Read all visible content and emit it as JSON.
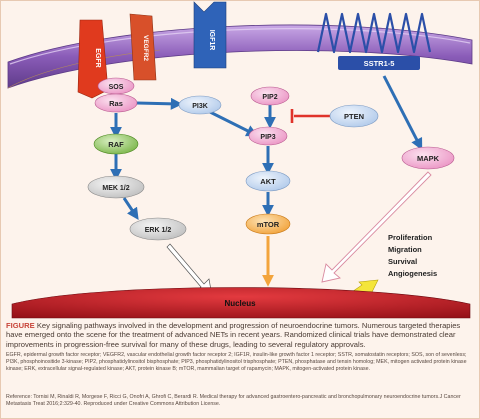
{
  "receptors": {
    "egfr": "EGFR",
    "vegfr2": "VEGFR2",
    "igf1r": "IGF1R",
    "sstr": "SSTR1-5"
  },
  "nodes": {
    "sos": "SOS",
    "ras": "Ras",
    "pi3k": "PI3K",
    "pip2": "PIP2",
    "pten": "PTEN",
    "pip3": "PIP3",
    "raf": "RAF",
    "mek": "MEK 1/2",
    "erk": "ERK 1/2",
    "akt": "AKT",
    "mtor": "mTOR",
    "mapk": "MAPK",
    "nucleus": "Nucleus"
  },
  "outcomes": [
    "Proliferation",
    "Migration",
    "Survival",
    "Angiogenesis"
  ],
  "caption": {
    "label": "FIGURE",
    "text": "Key signaling pathways involved in the development and progression of neuroendocrine tumors. Numerous targeted therapies have emerged onto the scene for the treatment of advanced NETs in recent years. Randomized clinical trials have demonstrated clear improvements in progression-free survival for many of these drugs, leading to several regulatory approvals."
  },
  "abbreviations": "EGFR, epidermal growth factor receptor; VEGFR2, vascular endothelial growth factor receptor 2; IGF1R, insulin-like growth factor 1 receptor; SSTR, somatostatin receptors; SOS, son of sevenless; PI3K, phosphoinositide 3-kinase; PIP2, phosphatidylinositol bisphosphate; PIP3, phosphatidylinositol trisphosphate; PTEN, phosphatase and tensin homolog; MEK, mitogen activated protein kinase kinase; ERK, extracellular signal-regulated kinase; AKT, protein kinase B; mTOR, mammalian target of rapamycin; MAPK, mitogen-activated protein kinase.",
  "reference": "Reference: Tornisi M, Rinaldi R, Morgese F, Ricci G, Onofri A, Ghrofi C, Berardi R. Medical therapy for advanced gastroentero-pancreatic and bronchopulmonary neuroendocrine tumors.J Cancer Metastasis Treat 2016;2:329-40. Reproduced under Creative Commons Attribution License.",
  "colors": {
    "membrane": "#7a4ea6",
    "egfr": "#e03a1e",
    "vegfr2": "#d8502a",
    "igf1r": "#2f63b8",
    "sstr": "#2b4fa8",
    "node_pink": "#e98bbf",
    "node_blue": "#a9c4e8",
    "node_green": "#7fb84a",
    "node_gray": "#c7c7c7",
    "node_orange": "#f3a43c",
    "arrow_blue": "#2e6fb5",
    "inhibit_red": "#e0332a",
    "nucleus": "#b4141c",
    "caption_red": "#c8453a"
  }
}
